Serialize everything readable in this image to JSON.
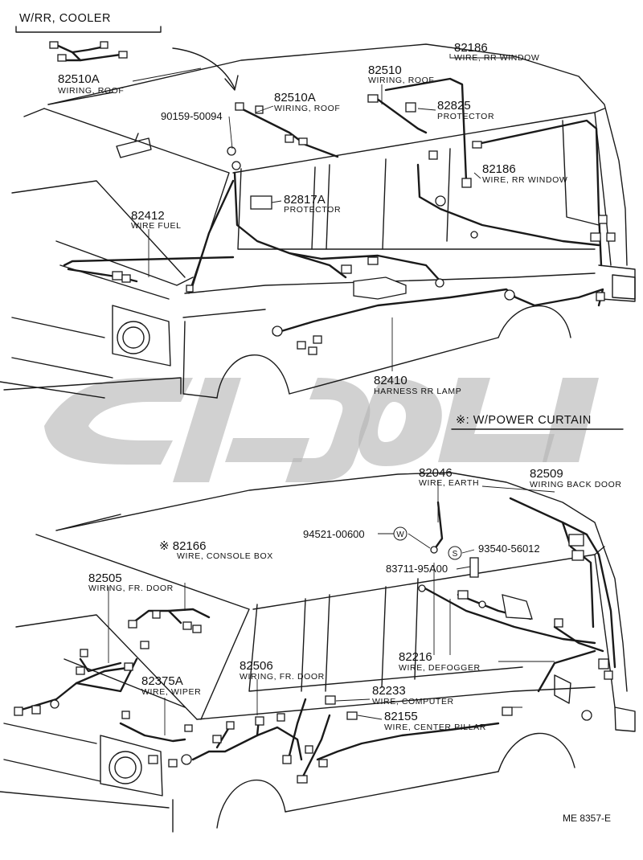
{
  "sections": {
    "rr_cooler": "W/RR, COOLER",
    "power_curtain": "※: W/POWER  CURTAIN"
  },
  "parts": [
    {
      "id": "p-82510a-a",
      "number": "82510A",
      "name": "WIRING, ROOF"
    },
    {
      "id": "p-82186-top",
      "number": "82186",
      "name": "WIRE, RR WINDOW"
    },
    {
      "id": "p-82510",
      "number": "82510",
      "name": "WIRING, ROOF"
    },
    {
      "id": "p-82510a-b",
      "number": "82510A",
      "name": "WIRING, ROOF"
    },
    {
      "id": "p-90159",
      "number": "90159-50094",
      "name": ""
    },
    {
      "id": "p-82825",
      "number": "82825",
      "name": "PROTECTOR"
    },
    {
      "id": "p-82186-side",
      "number": "82186",
      "name": "WIRE, RR WINDOW"
    },
    {
      "id": "p-82817a",
      "number": "82817A",
      "name": "PROTECTOR"
    },
    {
      "id": "p-82412",
      "number": "82412",
      "name": "WIRE FUEL"
    },
    {
      "id": "p-82410",
      "number": "82410",
      "name": "HARNESS RR LAMP"
    },
    {
      "id": "p-82046",
      "number": "82046",
      "name": "WIRE, EARTH"
    },
    {
      "id": "p-82509",
      "number": "82509",
      "name": "WIRING BACK DOOR"
    },
    {
      "id": "p-82166",
      "number": "※ 82166",
      "name": "WIRE, CONSOLE BOX"
    },
    {
      "id": "p-94521",
      "number": "94521-00600",
      "name": ""
    },
    {
      "id": "p-93540",
      "number": "93540-56012",
      "name": ""
    },
    {
      "id": "p-83711",
      "number": "83711-95A00",
      "name": ""
    },
    {
      "id": "p-82505",
      "number": "82505",
      "name": "WIRING, FR. DOOR"
    },
    {
      "id": "p-82506",
      "number": "82506",
      "name": "WIRING, FR. DOOR"
    },
    {
      "id": "p-82216",
      "number": "82216",
      "name": "WIRE, DEFOGGER"
    },
    {
      "id": "p-82375a",
      "number": "82375A",
      "name": "WIRE, WIPER"
    },
    {
      "id": "p-82233",
      "number": "82233",
      "name": "WIRE, COMPUTER"
    },
    {
      "id": "p-82155",
      "number": "82155",
      "name": "WIRE, CENTER PILLAR"
    }
  ],
  "symbols": {
    "w": "W",
    "s": "S"
  },
  "footer": {
    "code": "ME  8357-E"
  }
}
